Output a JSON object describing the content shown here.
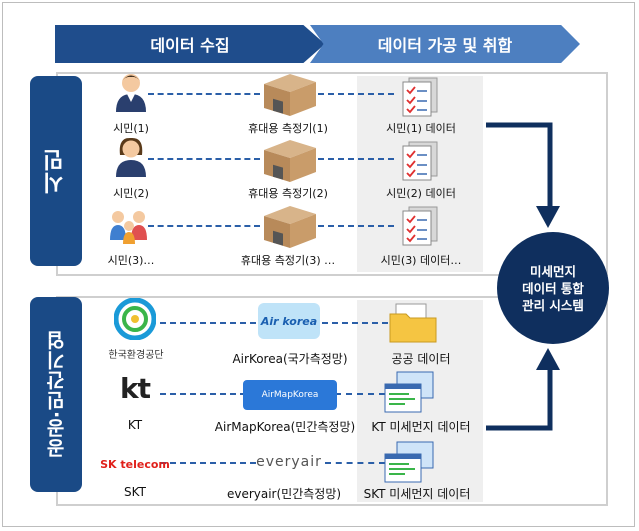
{
  "header": {
    "collect_label": "데이터 수집",
    "process_label": "데이터 가공 및 취합"
  },
  "citizen_section": {
    "label": "시민",
    "rows": [
      {
        "person": "시민(1)",
        "device": "휴대용 측정기(1)",
        "data": "시민(1) 데이터"
      },
      {
        "person": "시민(2)",
        "device": "휴대용 측정기(2)",
        "data": "시민(2) 데이터"
      },
      {
        "person": "시민(3)…",
        "device": "휴대용 측정기(3) …",
        "data": "시민(3) 데이터…"
      }
    ]
  },
  "public_section": {
    "label": "공공·민간기업",
    "rows": [
      {
        "org_logo_text": "한국환경공단",
        "source_logo_text": "Air korea",
        "source": "AirKorea(국가측정망)",
        "data": "공공 데이터"
      },
      {
        "org_logo_text": "kt",
        "org": "KT",
        "source_logo_text": "AirMapKorea",
        "source": "AirMapKorea(민간측정망)",
        "data": "KT 미세먼지 데이터"
      },
      {
        "org_logo_text": "SK telecom",
        "org": "SKT",
        "source_logo_text": "everyair",
        "source": "everyair(민간측정망)",
        "data": "SKT 미세먼지 데이터"
      }
    ]
  },
  "system": {
    "line1": "미세먼지",
    "line2": "데이터 통합",
    "line3": "관리 시스템"
  },
  "colors": {
    "navy": "#1a4a86",
    "banner_dark": "#1f4d8c",
    "banner_light": "#4d7fc0",
    "circle": "#0f2f5e"
  }
}
